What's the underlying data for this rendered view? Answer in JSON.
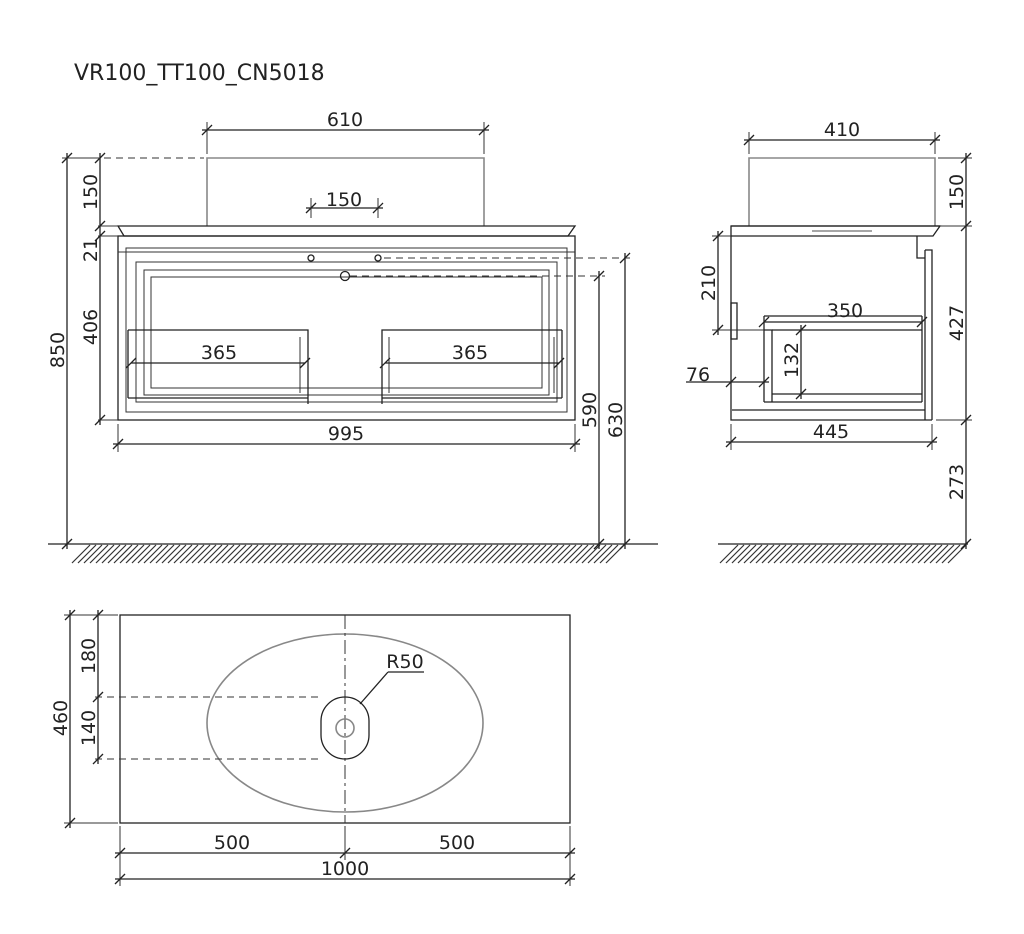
{
  "title": "VR100_TT100_CN5018",
  "front_view": {
    "dims": {
      "basin_width": "610",
      "tap_spacing": "150",
      "basin_height": "150",
      "top_thickness": "21",
      "body_height": "406",
      "total_height": "850",
      "drawer_left_width": "365",
      "drawer_right_width": "365",
      "cabinet_width": "995",
      "drain_height_590": "590",
      "drain_height_630": "630"
    }
  },
  "side_view": {
    "dims": {
      "basin_depth": "410",
      "basin_height": "150",
      "upper_depth": "210",
      "drawer_depth": "350",
      "drawer_height": "132",
      "drawer_offset": "76",
      "body_height": "427",
      "cabinet_depth": "445",
      "floor_clearance": "273"
    }
  },
  "top_view": {
    "dims": {
      "depth_180": "180",
      "depth_140": "140",
      "depth_total": "460",
      "radius": "R50",
      "half_left": "500",
      "half_right": "500",
      "total_width": "1000"
    }
  },
  "colors": {
    "line": "#222222",
    "basin_outline": "#888888",
    "background": "#ffffff"
  }
}
